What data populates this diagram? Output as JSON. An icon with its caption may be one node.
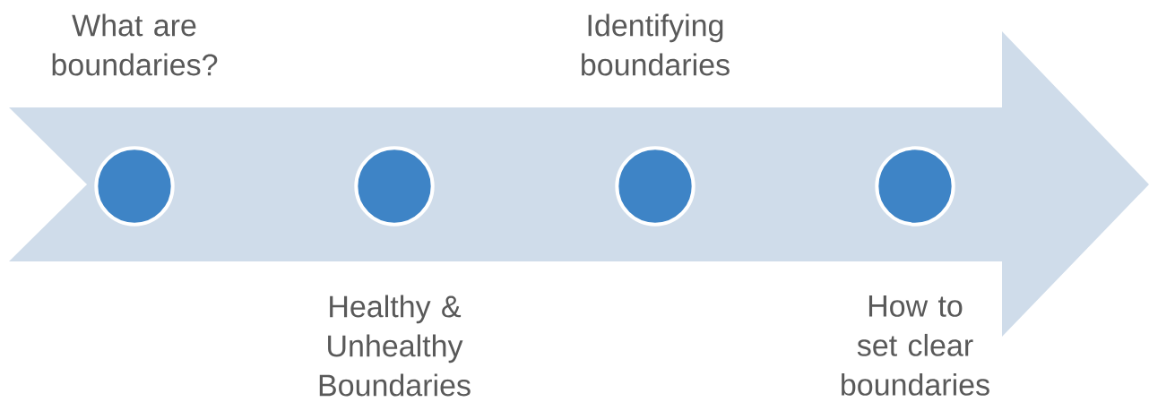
{
  "diagram": {
    "nodes": [
      {
        "text": [],
        "shape": "circle",
        "beside": [
          "What are boundaries?"
        ]
      },
      {
        "text": [],
        "shape": "circle",
        "beside": [
          "Healthy & Unhealthy Boundaries"
        ]
      },
      {
        "text": [],
        "shape": "circle",
        "beside": [
          "Identifying boundaries"
        ]
      },
      {
        "text": [],
        "shape": "circle",
        "beside": [
          "How to set clear boundaries"
        ]
      }
    ]
  }
}
